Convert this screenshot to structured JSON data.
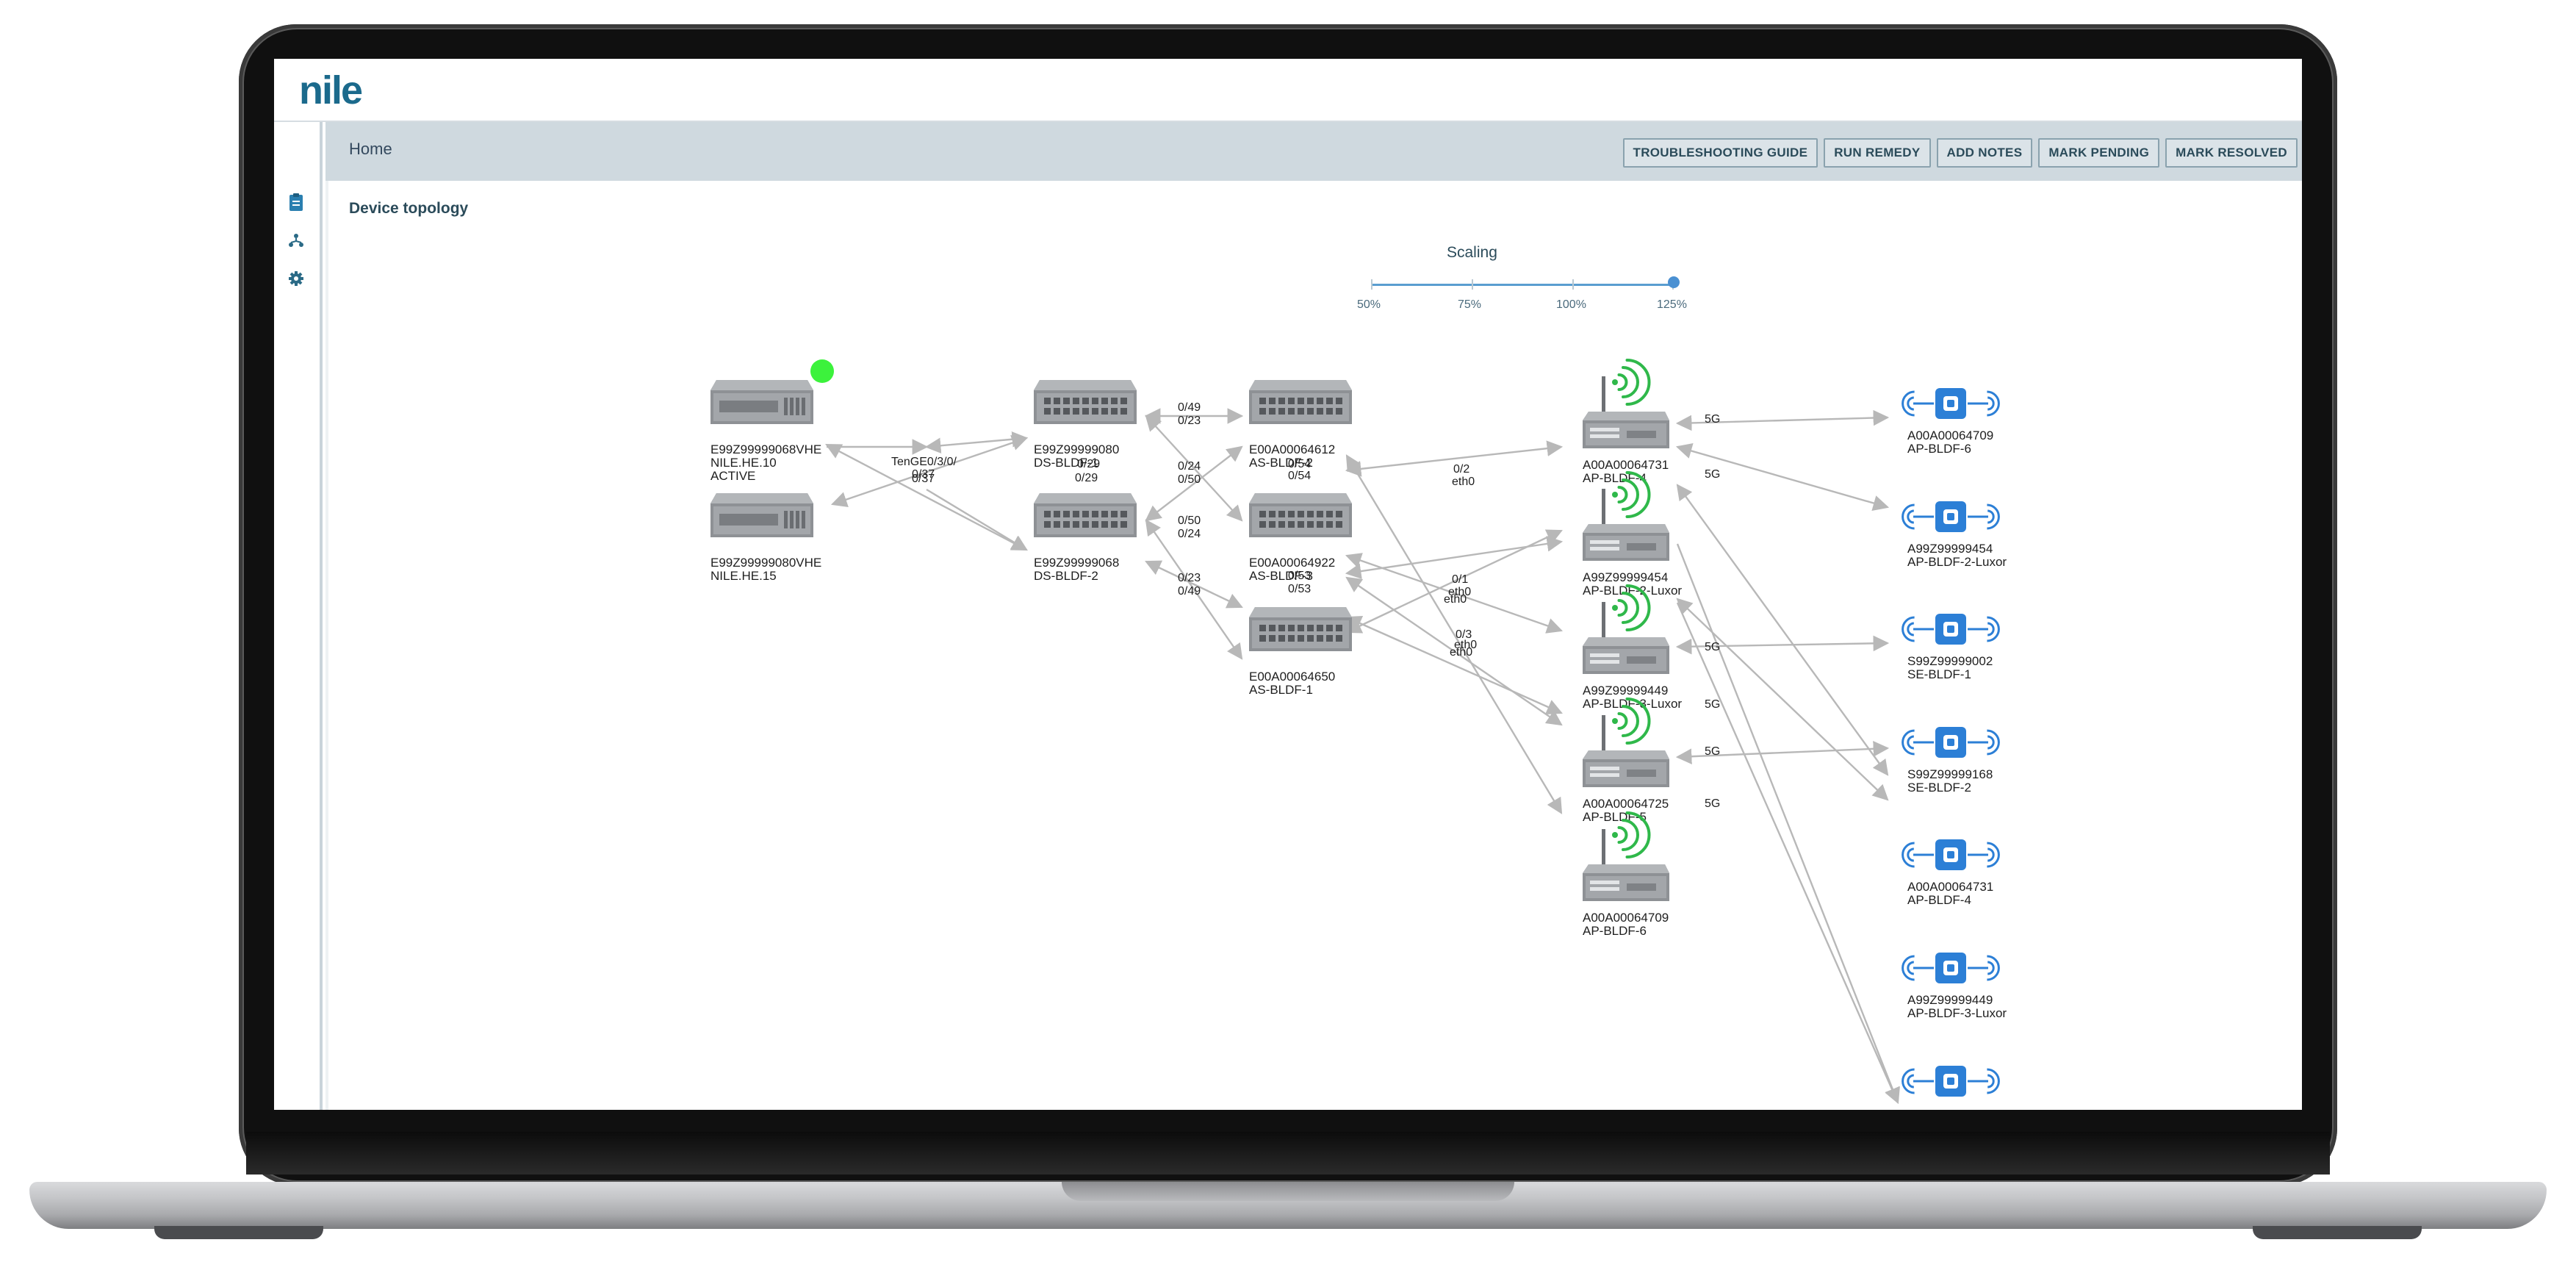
{
  "app": {
    "logo": "nile"
  },
  "nav": {
    "icons": [
      "clipboard-icon",
      "topology-icon",
      "gear-icon"
    ]
  },
  "header": {
    "breadcrumb": "Home",
    "buttons": [
      "TROUBLESHOOTING GUIDE",
      "RUN REMEDY",
      "ADD NOTES",
      "MARK PENDING",
      "MARK RESOLVED"
    ]
  },
  "main": {
    "title": "Device topology",
    "scaling": {
      "label": "Scaling",
      "options": [
        "50%",
        "75%",
        "100%",
        "125%"
      ],
      "selected": "125%"
    }
  },
  "topology": {
    "colors": {
      "switch": "#8e9195",
      "wifi": "#2fb84a",
      "sensor": "#2c7fd6",
      "status": "#3cf23c",
      "link": "#b8b8b8"
    },
    "nodes": [
      {
        "id": "he10",
        "type": "headend",
        "lines": [
          "E99Z99999068VHE",
          "NILE.HE.10",
          "ACTIVE"
        ],
        "status": "active"
      },
      {
        "id": "he15",
        "type": "headend",
        "lines": [
          "E99Z99999080VHE",
          "NILE.HE.15"
        ]
      },
      {
        "id": "ds1",
        "type": "switch",
        "lines": [
          "E99Z99999080",
          "DS-BLDF-1"
        ]
      },
      {
        "id": "ds2",
        "type": "switch",
        "lines": [
          "E99Z99999068",
          "DS-BLDF-2"
        ]
      },
      {
        "id": "as1",
        "type": "switch",
        "lines": [
          "E00A00064612",
          "AS-BLDF-2"
        ]
      },
      {
        "id": "as2",
        "type": "switch",
        "lines": [
          "E00A00064922",
          "AS-BLDF-3"
        ]
      },
      {
        "id": "as3",
        "type": "switch",
        "lines": [
          "E00A00064650",
          "AS-BLDF-1"
        ]
      },
      {
        "id": "ap1",
        "type": "ap",
        "lines": [
          "A00A00064731",
          "AP-BLDF-4"
        ]
      },
      {
        "id": "ap2",
        "type": "ap",
        "lines": [
          "A99Z99999454",
          "AP-BLDF-2-Luxor"
        ]
      },
      {
        "id": "ap3",
        "type": "ap",
        "lines": [
          "A99Z99999449",
          "AP-BLDF-3-Luxor"
        ]
      },
      {
        "id": "ap4",
        "type": "ap",
        "lines": [
          "A00A00064725",
          "AP-BLDF-5"
        ]
      },
      {
        "id": "ap5",
        "type": "ap",
        "lines": [
          "A00A00064709",
          "AP-BLDF-6"
        ]
      },
      {
        "id": "s1",
        "type": "sensor",
        "lines": [
          "A00A00064709",
          "AP-BLDF-6"
        ]
      },
      {
        "id": "s2",
        "type": "sensor",
        "lines": [
          "A99Z99999454",
          "AP-BLDF-2-Luxor"
        ]
      },
      {
        "id": "s3",
        "type": "sensor",
        "lines": [
          "S99Z99999002",
          "SE-BLDF-1"
        ]
      },
      {
        "id": "s4",
        "type": "sensor",
        "lines": [
          "S99Z99999168",
          "SE-BLDF-2"
        ]
      },
      {
        "id": "s5",
        "type": "sensor",
        "lines": [
          "A00A00064731",
          "AP-BLDF-4"
        ]
      },
      {
        "id": "s6",
        "type": "sensor",
        "lines": [
          "A99Z99999449",
          "AP-BLDF-3-Luxor"
        ]
      },
      {
        "id": "s7",
        "type": "sensor",
        "lines": []
      }
    ],
    "edge_labels": [
      "TenGE0/3/0/",
      "0/37",
      "0/37",
      "0/29",
      "0/29",
      "0/49",
      "0/23",
      "0/24",
      "0/50",
      "0/50",
      "0/24",
      "0/23",
      "0/49",
      "0/54",
      "0/54",
      "0/53",
      "0/54",
      "0/53",
      "0/53",
      "0/2",
      "eth0",
      "0/1",
      "eth0",
      "eth0",
      "0/3",
      "eth0",
      "eth0",
      "5G",
      "5G",
      "5G",
      "5G",
      "5G",
      "5G"
    ]
  }
}
